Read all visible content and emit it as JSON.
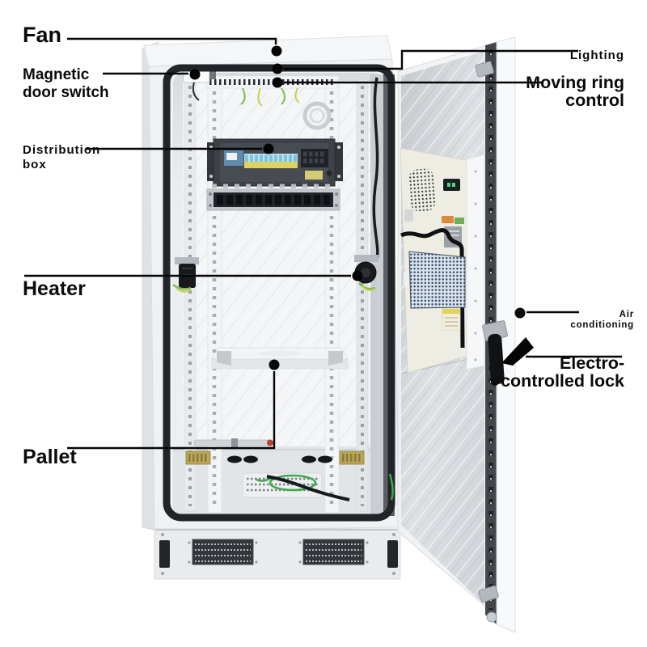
{
  "callouts": {
    "fan": {
      "label": "Fan"
    },
    "magnetic_door_switch": {
      "line1": "Magnetic",
      "line2": "door switch"
    },
    "distribution_box": {
      "line1": "Distribution",
      "line2": "box"
    },
    "heater": {
      "label": "Heater"
    },
    "pallet": {
      "label": "Pallet"
    },
    "lighting": {
      "label": "Lighting"
    },
    "moving_ring_control": {
      "line1": "Moving ring",
      "line2": "control"
    },
    "air_conditioning": {
      "line1": "Air",
      "line2": "conditioning"
    },
    "electro_controlled_lock": {
      "line1": "Electro-",
      "line2": "controlled lock"
    }
  },
  "colors": {
    "bg": "#ffffff",
    "label": "#0a0a0a",
    "line": "#050505",
    "seal": "#212428",
    "cabinet": "#f1f2f4",
    "cabinet_edge": "#d8dcdf",
    "distribution_body": "#3e4248",
    "breaker_blue": "#7cc3de",
    "breaker_yellow": "#ddd262",
    "module_dark": "#202327",
    "heater_black": "#17191c",
    "wire_green": "#7dbb4d",
    "wire_yellow": "#c9cf52",
    "ground_green": "#3ea94d",
    "shelf": "#f2f4f6",
    "vent_dark": "#33373b",
    "foil": "#ccd0d4",
    "ac_panel": "#eeede4",
    "ac_display": "#1b1e22",
    "ac_digit_green": "#55cf8a",
    "heat_exchanger_blue": "#2f4e78",
    "connector_orange": "#dd8a3e",
    "connector_green": "#6fae55",
    "lock_black": "#101214",
    "hinge_metal": "#b3b9bf",
    "rod_red": "#b8432f"
  }
}
